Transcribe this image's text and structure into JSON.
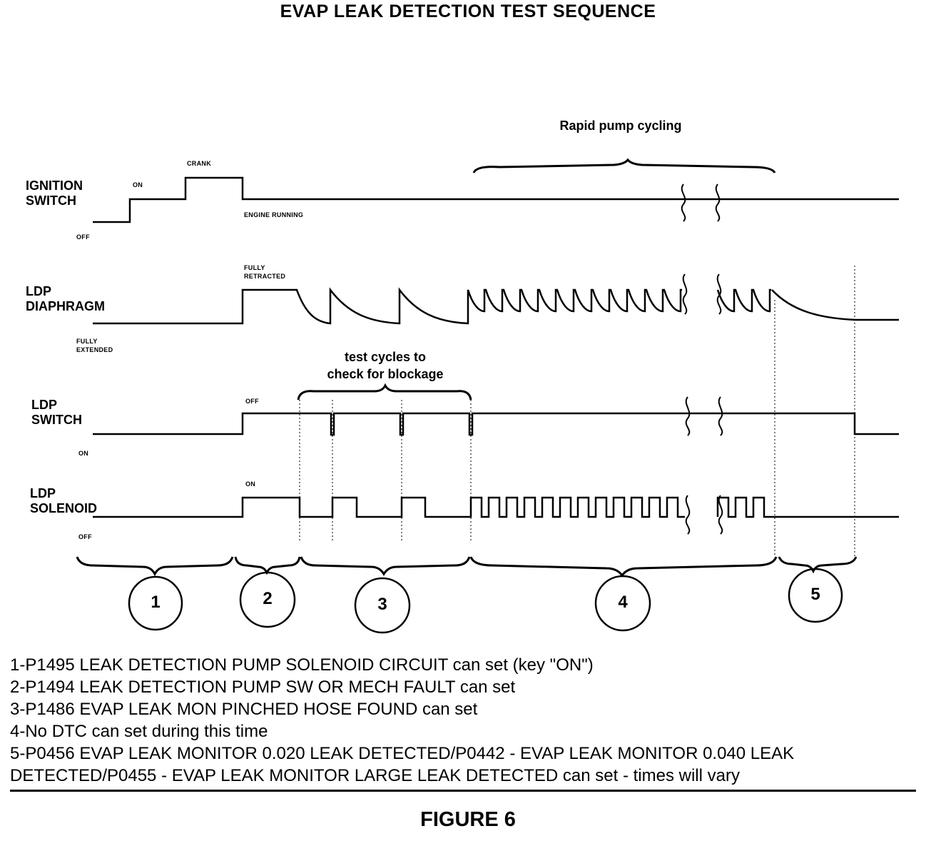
{
  "title": "EVAP LEAK DETECTION TEST SEQUENCE",
  "rapid_label": "Rapid pump cycling",
  "test_cycles_label": "test cycles to\ncheck for blockage",
  "signals": {
    "ignition": {
      "label": "IGNITION\nSWITCH",
      "on": "ON",
      "crank": "CRANK",
      "off": "OFF",
      "engine_running": "ENGINE RUNNING"
    },
    "diaphragm": {
      "label": "LDP\nDIAPHRAGM",
      "fully_retracted": "FULLY\nRETRACTED",
      "fully_extended": "FULLY\nEXTENDED"
    },
    "ldp_switch": {
      "label": "LDP\nSWITCH",
      "off": "OFF",
      "on": "ON"
    },
    "solenoid": {
      "label": "LDP\nSOLENOID",
      "on": "ON",
      "off": "OFF"
    }
  },
  "phases": [
    "1",
    "2",
    "3",
    "4",
    "5"
  ],
  "notes": [
    "1-P1495 LEAK DETECTION PUMP SOLENOID CIRCUIT can set (key \"ON\")",
    "2-P1494 LEAK DETECTION PUMP SW OR MECH FAULT can set",
    "3-P1486 EVAP LEAK MON PINCHED HOSE FOUND can set",
    "4-No DTC can set during this time",
    "5-P0456 EVAP LEAK MONITOR 0.020 LEAK DETECTED/P0442 - EVAP LEAK MONITOR 0.040 LEAK DETECTED/P0455 - EVAP LEAK MONITOR LARGE LEAK DETECTED can set - times will vary"
  ],
  "figure_label": "FIGURE 6"
}
